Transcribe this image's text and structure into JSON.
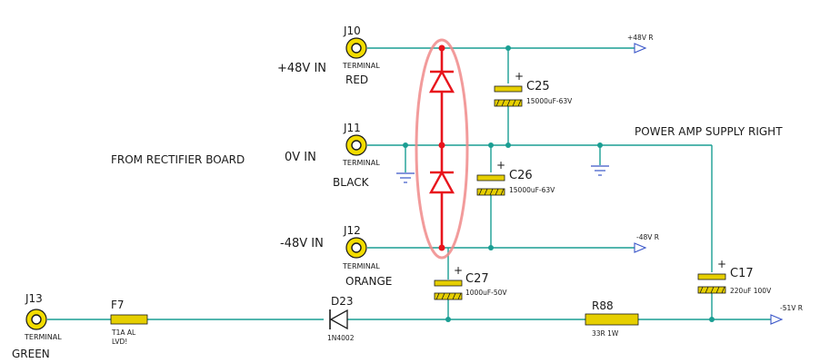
{
  "diagram": {
    "group_label": "FROM RECTIFIER BOARD",
    "title": "POWER AMP SUPPLY RIGHT",
    "terminals": [
      {
        "ref": "J10",
        "type": "TERMINAL",
        "color": "RED",
        "input": "+48V IN"
      },
      {
        "ref": "J11",
        "type": "TERMINAL",
        "color": "BLACK",
        "input": "0V IN"
      },
      {
        "ref": "J12",
        "type": "TERMINAL",
        "color": "ORANGE",
        "input": "-48V IN"
      },
      {
        "ref": "J13",
        "type": "TERMINAL",
        "color": "GREEN"
      }
    ],
    "capacitors": [
      {
        "ref": "C25",
        "value": "15000uF-63V",
        "polarity": "+"
      },
      {
        "ref": "C26",
        "value": "15000uF-63V",
        "polarity": "+"
      },
      {
        "ref": "C27",
        "value": "1000uF-50V",
        "polarity": "+"
      },
      {
        "ref": "C17",
        "value": "220uF 100V",
        "polarity": "+"
      }
    ],
    "fuse": {
      "ref": "F7",
      "value_line1": "T1A AL",
      "value_line2": "LVD!"
    },
    "diode": {
      "ref": "D23",
      "value": "1N4002"
    },
    "resistor": {
      "ref": "R88",
      "value": "33R 1W"
    },
    "ports": [
      {
        "label": "+48V R"
      },
      {
        "label": "-48V R"
      },
      {
        "label": "-51V R"
      }
    ],
    "colors": {
      "wire": "#1a9e93",
      "highlight_wire": "#e8141c",
      "highlight_ellipse": "#f08a8a",
      "component_fill": "#e6cf00",
      "ground_port": "#3a56c8"
    }
  }
}
